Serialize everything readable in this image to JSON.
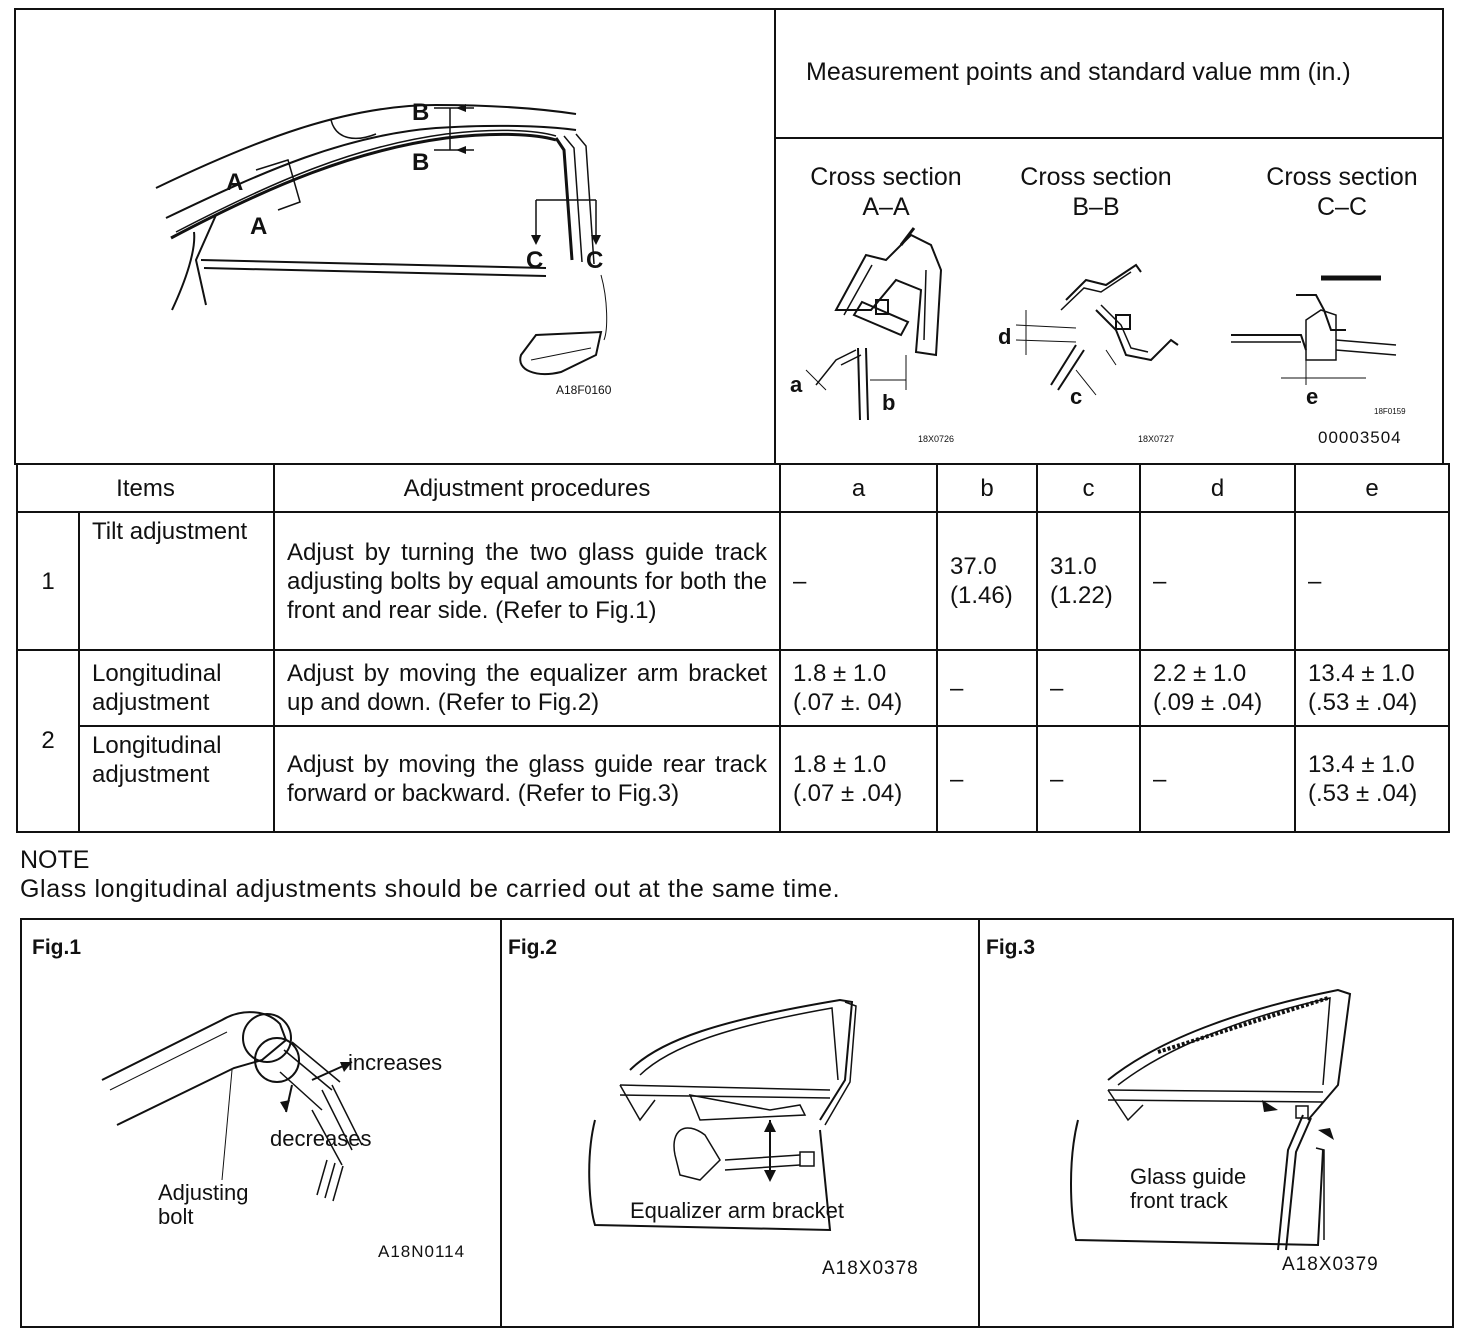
{
  "diagram_top": {
    "section_labels": [
      "A",
      "A",
      "B",
      "B",
      "C",
      "C"
    ],
    "figure_code": "A18F0160"
  },
  "measurement_panel": {
    "title": "Measurement points and standard value  mm (in.)",
    "sections": [
      {
        "title_line1": "Cross section",
        "title_line2": "A–A",
        "labels": [
          "a",
          "b"
        ],
        "code": "18X0726"
      },
      {
        "title_line1": "Cross section",
        "title_line2": "B–B",
        "labels": [
          "d",
          "c"
        ],
        "code": "18X0727"
      },
      {
        "title_line1": "Cross section",
        "title_line2": "C–C",
        "labels": [
          "e"
        ],
        "code": "18F0159"
      }
    ],
    "panel_code": "00003504"
  },
  "table": {
    "headers": {
      "items": "Items",
      "procedures": "Adjustment procedures",
      "a": "a",
      "b": "b",
      "c": "c",
      "d": "d",
      "e": "e"
    },
    "rows": [
      {
        "number": "1",
        "item": "Tilt adjustment",
        "procedure": "Adjust by turning the two glass guide track adjusting bolts by equal amounts for both the front and rear side. (Refer to Fig.1)",
        "a": "–",
        "b": "37.0 (1.46)",
        "c": "31.0 (1.22)",
        "d": "–",
        "e": "–"
      },
      {
        "number": "2",
        "item": "Longitudinal adjustment",
        "procedure": "Adjust by moving the equalizer arm bracket up and down. (Refer to Fig.2)",
        "a": "1.8 ± 1.0 (.07 ±. 04)",
        "b": "–",
        "c": "–",
        "d": "2.2 ± 1.0 (.09 ± .04)",
        "e": "13.4 ± 1.0 (.53 ± .04)"
      },
      {
        "number": "",
        "item": "Longitudinal adjustment",
        "procedure": "Adjust by moving the glass guide rear track forward or backward. (Refer to Fig.3)",
        "a": "1.8 ± 1.0 (.07 ± .04)",
        "b": "–",
        "c": "–",
        "d": "–",
        "e": "13.4 ± 1.0 (.53 ± .04)"
      }
    ]
  },
  "note": {
    "title": "NOTE",
    "body": "Glass longitudinal adjustments should be carried out at the same time."
  },
  "figures": [
    {
      "label": "Fig.1",
      "callouts": [
        "increases",
        "decreases",
        "Adjusting",
        "bolt"
      ],
      "code": "A18N0114"
    },
    {
      "label": "Fig.2",
      "callouts": [
        "Equalizer arm bracket"
      ],
      "code": "A18X0378"
    },
    {
      "label": "Fig.3",
      "callouts": [
        "Glass guide",
        "front track"
      ],
      "code": "A18X0379"
    }
  ]
}
